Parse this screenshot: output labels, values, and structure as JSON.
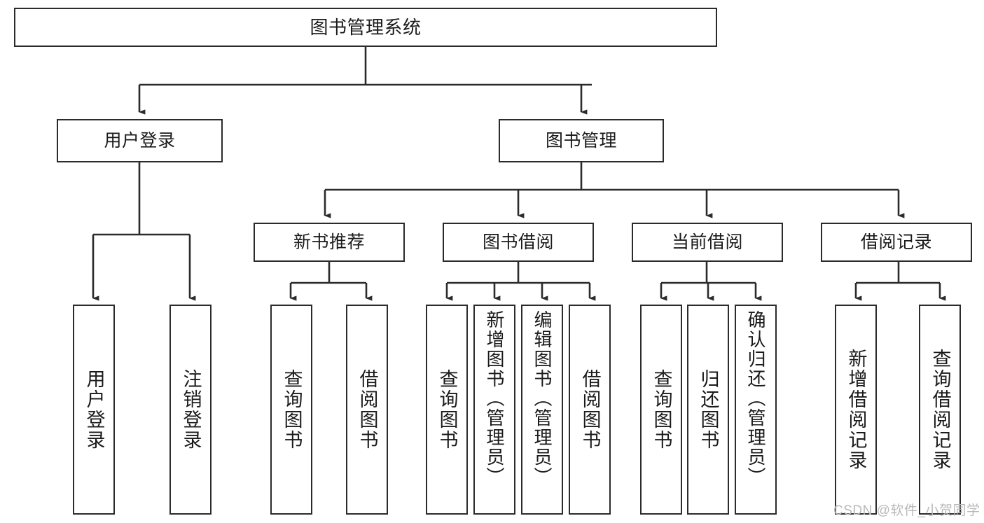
{
  "diagram": {
    "title": "图书管理系统",
    "type": "tree",
    "watermark": "CSDN @软件_小贺同学",
    "colors": {
      "background": "#ffffff",
      "box_border": "#2b2b2b",
      "box_fill": "#ffffff",
      "connector": "#2b2b2b",
      "text": "#1a1a1a",
      "watermark": "#b9b9b9"
    },
    "root": {
      "label": "图书管理系统"
    },
    "level2": [
      {
        "label": "用户登录"
      },
      {
        "label": "图书管理"
      }
    ],
    "level3": [
      {
        "label": "新书推荐"
      },
      {
        "label": "图书借阅"
      },
      {
        "label": "当前借阅"
      },
      {
        "label": "借阅记录"
      }
    ],
    "leaves": {
      "user_login": [
        {
          "label": "用户登录"
        },
        {
          "label": "注销登录"
        }
      ],
      "new_book_recommend": [
        {
          "label": "查询图书"
        },
        {
          "label": "借阅图书"
        }
      ],
      "book_borrow": [
        {
          "label": "查询图书"
        },
        {
          "label": "新增图书（管理员）"
        },
        {
          "label": "编辑图书（管理员）"
        },
        {
          "label": "借阅图书"
        }
      ],
      "current_borrow": [
        {
          "label": "查询图书"
        },
        {
          "label": "归还图书"
        },
        {
          "label": "确认归还（管理员）"
        }
      ],
      "borrow_record": [
        {
          "label": "新增借阅记录"
        },
        {
          "label": "查询借阅记录"
        }
      ]
    }
  }
}
